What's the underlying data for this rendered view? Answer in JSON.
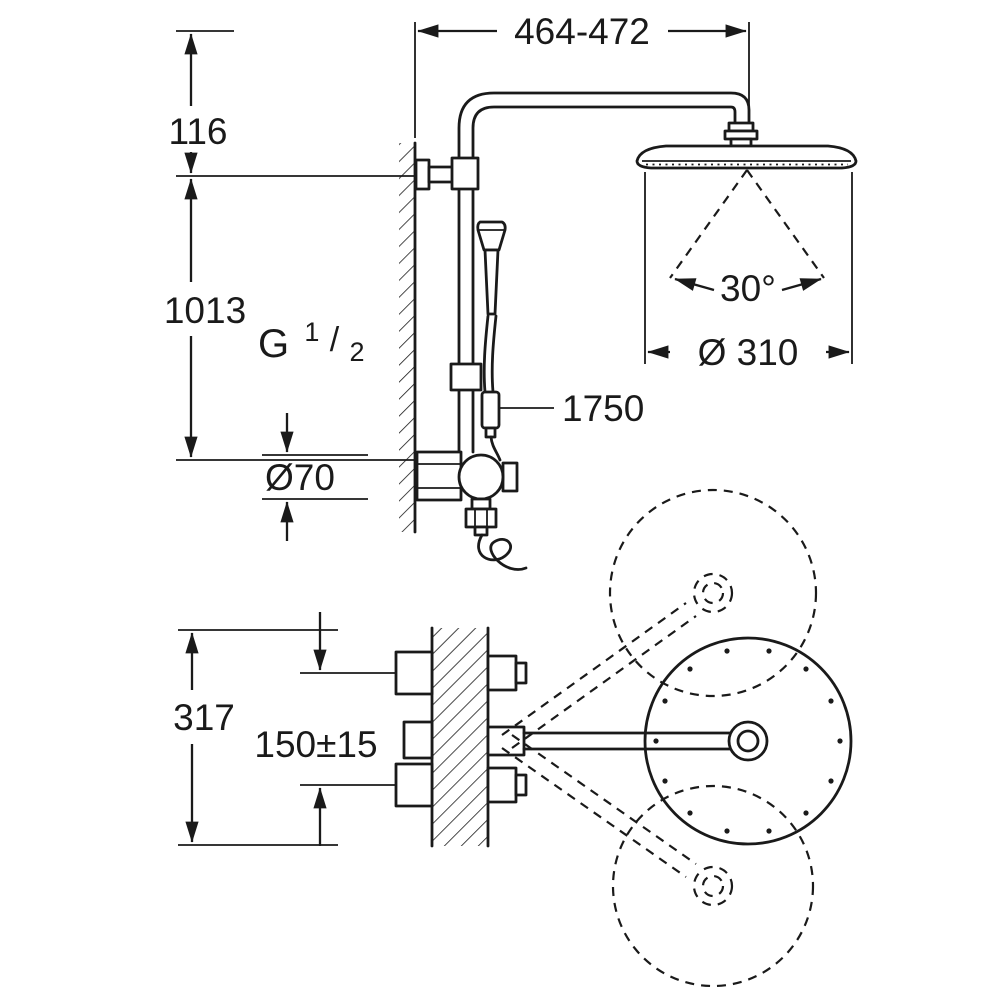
{
  "drawing": {
    "background": "#ffffff",
    "ink": "#1a1a1a",
    "labels": {
      "top_width": "464-472",
      "top_offset": "116",
      "system_height": "1013",
      "thread_letter": "G",
      "thread_numerator": "1",
      "thread_slash": "/",
      "thread_denominator": "2",
      "escutcheon_diameter": "Ø70",
      "hose_length": "1750",
      "spray_angle": "30°",
      "head_diameter": "Ø 310",
      "plan_width": "317",
      "connection_spacing": "150±15"
    }
  }
}
